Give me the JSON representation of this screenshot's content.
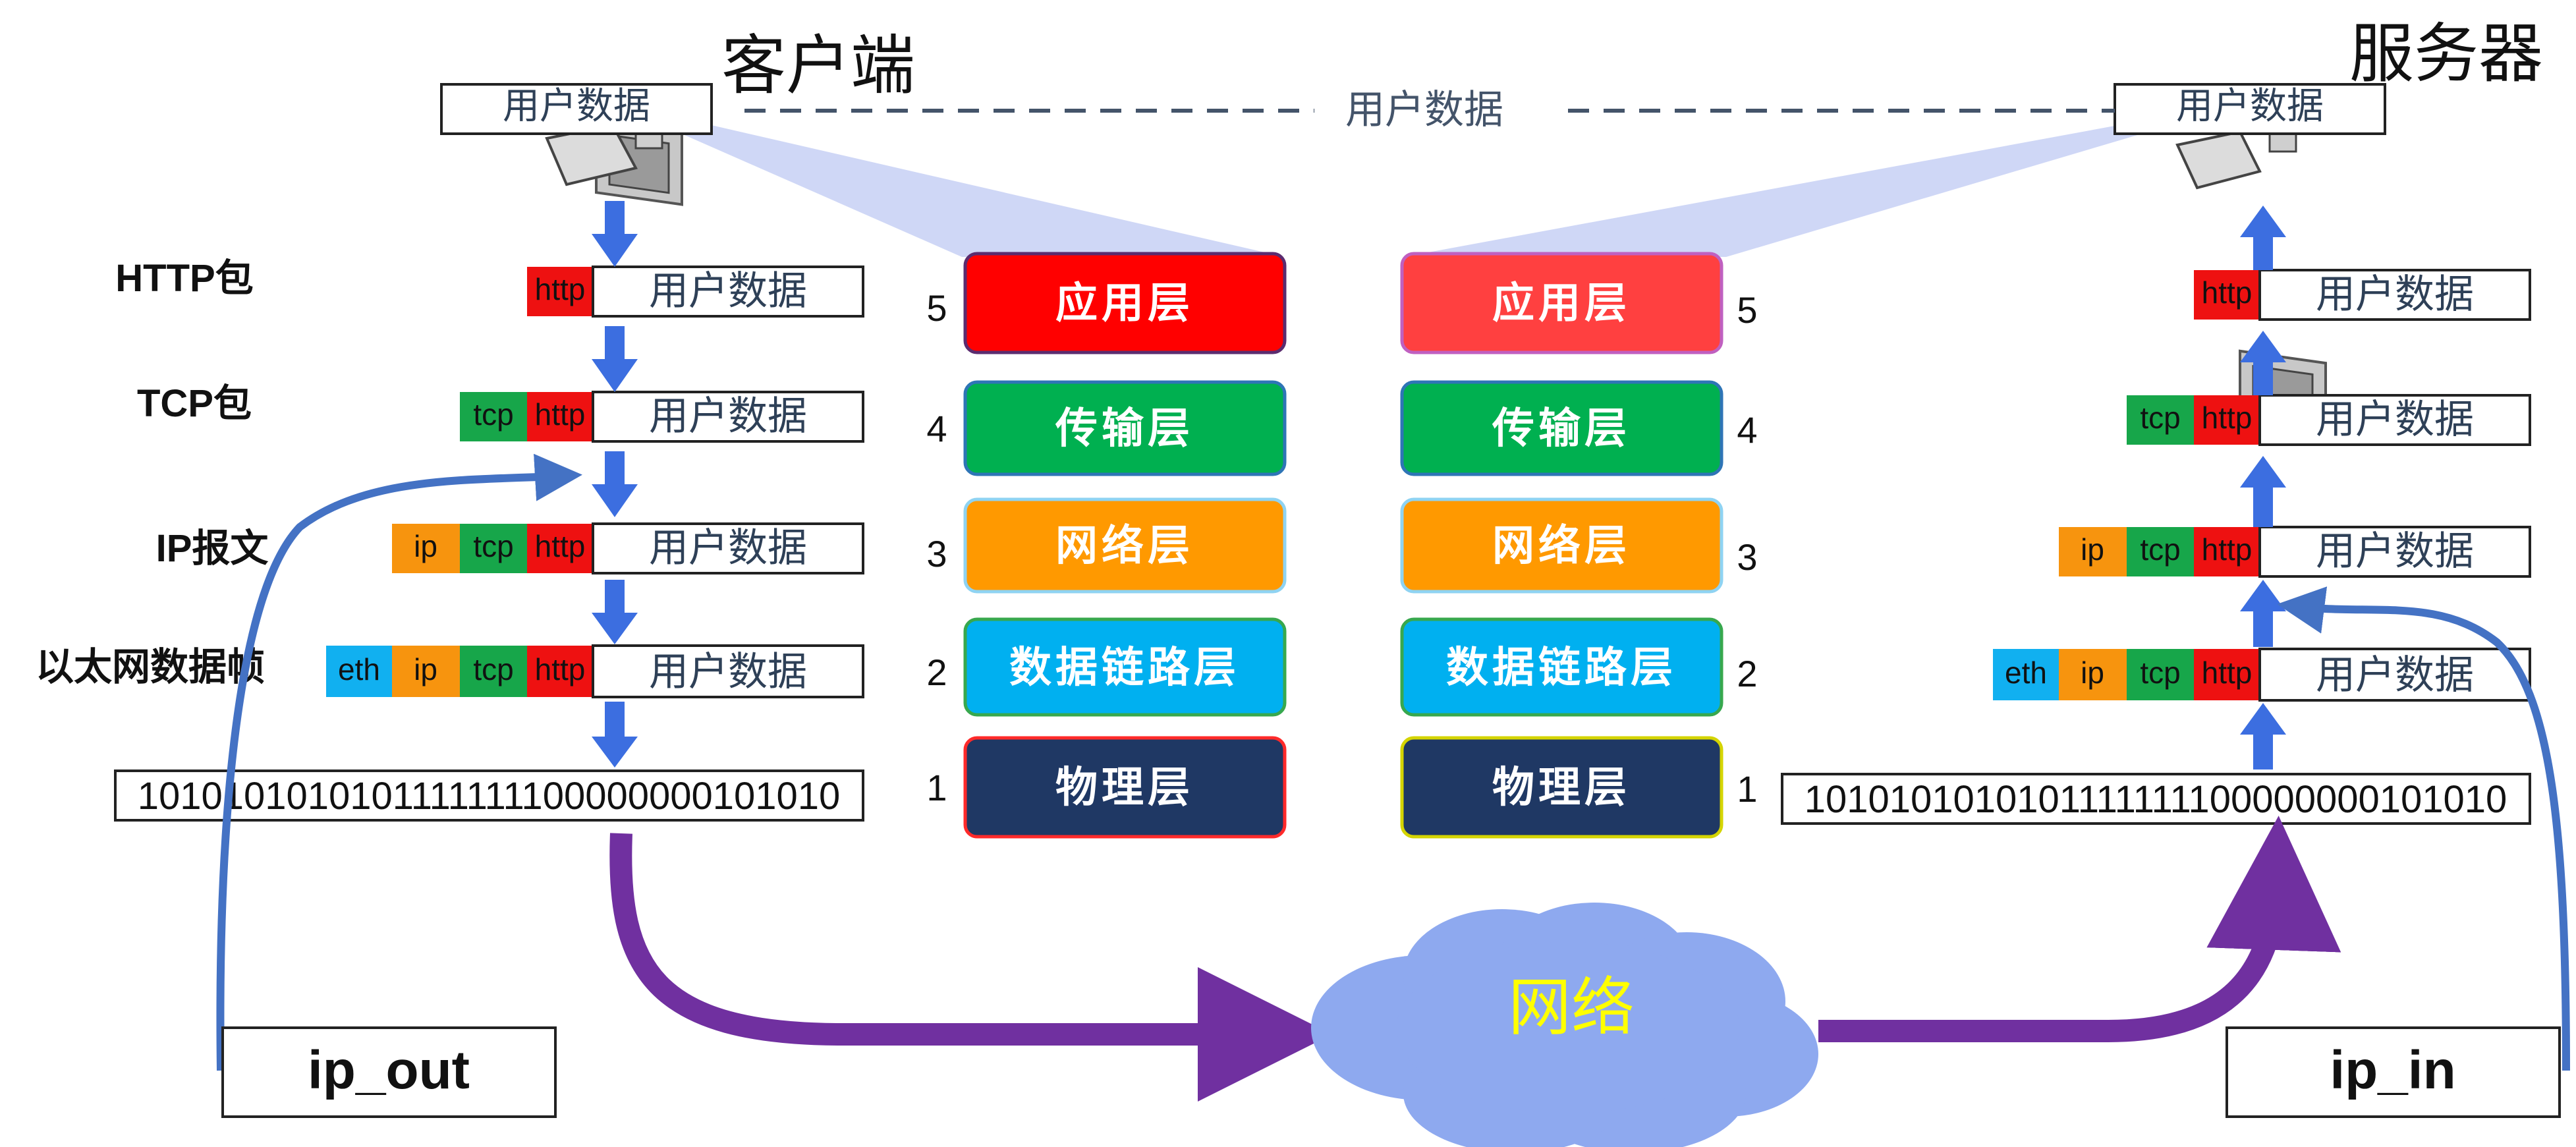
{
  "client": {
    "title": "客户端",
    "user_data_box": "用户数据"
  },
  "server": {
    "title": "服务器",
    "user_data_box": "用户数据"
  },
  "connection_label": "用户数据",
  "network_label": "网络",
  "row_labels": {
    "http_packet": "HTTP包",
    "tcp_packet": "TCP包",
    "ip_packet": "IP报文",
    "ethernet_frame": "以太网数据帧"
  },
  "header_tags": {
    "eth": "eth",
    "ip": "ip",
    "tcp": "tcp",
    "http": "http"
  },
  "payload_label": "用户数据",
  "bitstream": "1010101010101111111100000000101010",
  "layers": [
    {
      "number": "5",
      "name": "应用层"
    },
    {
      "number": "4",
      "name": "传输层"
    },
    {
      "number": "3",
      "name": "网络层"
    },
    {
      "number": "2",
      "name": "数据链路层"
    },
    {
      "number": "1",
      "name": "物理层"
    }
  ],
  "hooks": {
    "out": "ip_out",
    "in": "ip_in"
  },
  "colors": {
    "http": "#ee1111",
    "tcp": "#17a64a",
    "ip": "#f7940e",
    "eth": "#11b0f0",
    "app_left": "#ff0000",
    "app_right": "#ff4040",
    "transport": "#00b050",
    "network": "#ff9900",
    "datalink": "#00b0f0",
    "physical": "#1f3864",
    "arrow_blue": "#3c6ee0",
    "arrow_purple": "#7030a0",
    "cloud": "#8ea9ef",
    "network_text": "#ffff00",
    "hook_curve": "#4472c4"
  }
}
